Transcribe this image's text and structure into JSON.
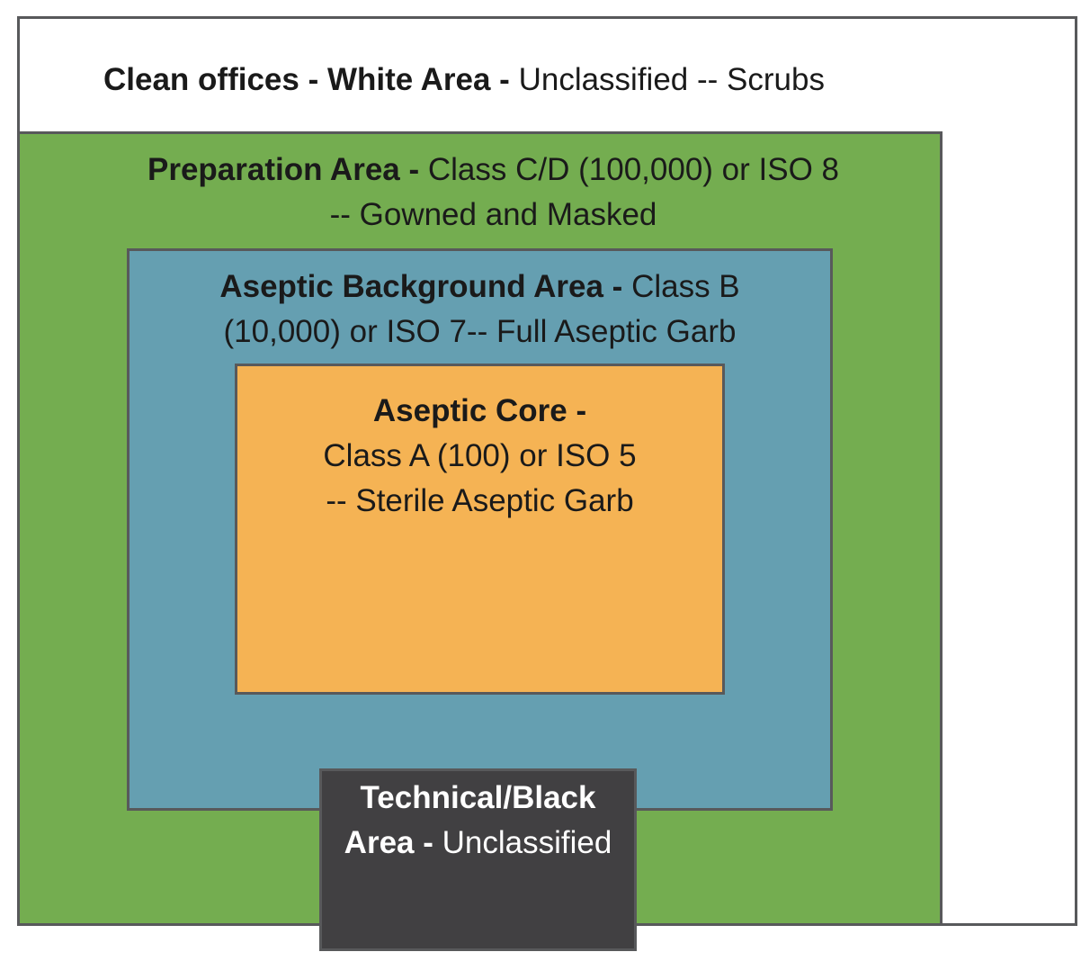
{
  "zones": {
    "white": {
      "title": "Clean offices - White Area -",
      "detail": "Unclassified -- Scrubs",
      "color": "#ffffff"
    },
    "prep": {
      "title": "Preparation Area -",
      "detail_line1": "Class C/D (100,000) or ISO 8",
      "detail_line2": "-- Gowned and Masked",
      "color": "#74ad50"
    },
    "background": {
      "title": "Aseptic Background Area -",
      "detail_line1": "Class B",
      "detail_line2": "(10,000) or ISO 7-- Full Aseptic Garb",
      "color": "#659fb1"
    },
    "core": {
      "title": "Aseptic Core -",
      "detail_line1": "Class A (100) or ISO 5",
      "detail_line2": "-- Sterile Aseptic Garb",
      "color": "#f5b354"
    },
    "technical": {
      "title_line1": "Technical/Black",
      "title_line2": "Area -",
      "detail": "Unclassified",
      "color": "#414042"
    }
  }
}
